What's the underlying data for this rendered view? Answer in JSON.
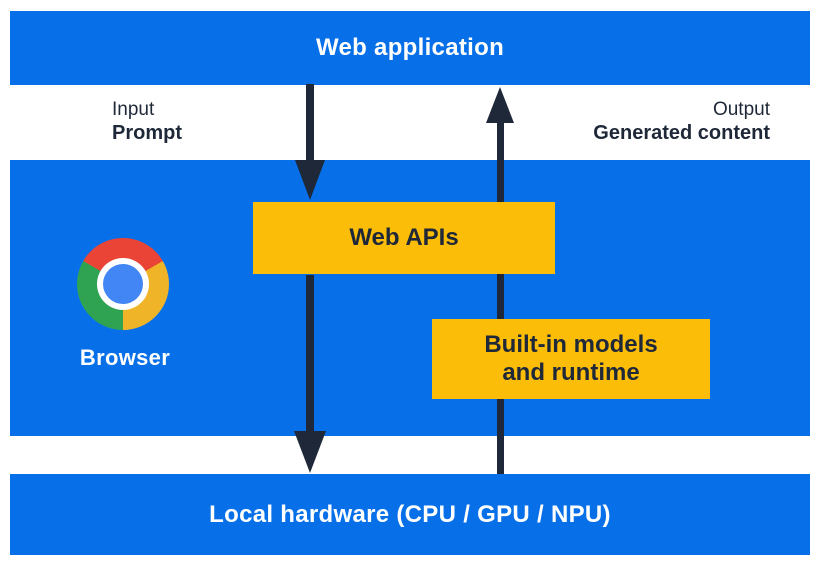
{
  "diagram": {
    "top_bar": {
      "label": "Web application"
    },
    "io": {
      "input_title": "Input",
      "input_value": "Prompt",
      "output_title": "Output",
      "output_value": "Generated content"
    },
    "browser": {
      "label": "Browser",
      "icon": "chrome-browser-icon"
    },
    "boxes": {
      "web_apis": {
        "label": "Web APIs"
      },
      "builtin_models": {
        "label": "Built-in models and runtime",
        "line1": "Built-in models",
        "line2": "and runtime"
      }
    },
    "bottom_bar": {
      "label": "Local hardware (CPU / GPU / NPU)"
    },
    "arrows": [
      {
        "direction": "down",
        "from": "Web application",
        "through": "Web APIs",
        "to": "Local hardware (CPU / GPU / NPU)",
        "carries": "Prompt"
      },
      {
        "direction": "up",
        "from": "Local hardware (CPU / GPU / NPU)",
        "through": "Built-in models and runtime",
        "to": "Web application",
        "carries": "Generated content"
      }
    ]
  },
  "colors": {
    "blue": "#0770e9",
    "yellow": "#fcbd09",
    "navy": "#1e2838",
    "text_white": "#ffffff",
    "chrome_red": "#e94435",
    "chrome_yellow": "#f0b428",
    "chrome_green": "#30a353",
    "chrome_blue": "#4285f4"
  }
}
